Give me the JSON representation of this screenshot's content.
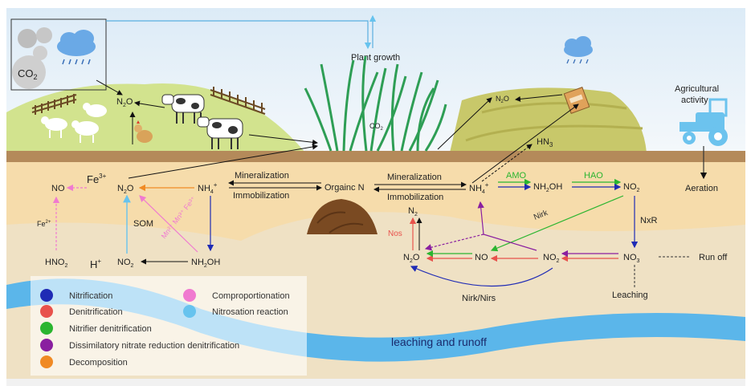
{
  "title_bottom": "leaching and runoff",
  "top": {
    "co2_box": "CO",
    "co2_sub": "2",
    "plant_growth": "Plant growth",
    "co2_small": "CO",
    "co2_small_sub": "2",
    "n2o_top_left": "N",
    "n2o_top_right": "N",
    "hn3": "HN",
    "hn3_sub": "3",
    "agricultural": "Agricultural",
    "activity": "activity",
    "aeration": "Aeration"
  },
  "left_cycle": {
    "no": "NO",
    "fe3": "Fe",
    "fe3_sup": "3+",
    "n2o": "N",
    "nh4": "NH",
    "nh4_sup": "+",
    "fe2": "Fe",
    "fe2_sup": "2+",
    "som": "SOM",
    "mn_fe": "Mn",
    "mn_fe_rest": "²⁺ Mn³⁺ Fe³⁺",
    "hno2": "HNO",
    "hplus": "H",
    "no2": "NO",
    "nh2oh": "NH",
    "nh2oh_rest": "OH"
  },
  "middle": {
    "mineralization_1": "Mineralization",
    "immobilization_1": "Immobilization",
    "organic_n": "Orgainc N",
    "mineralization_2": "Mineralization",
    "immobilization_2": "Immobilization"
  },
  "right_cycle": {
    "nh4": "NH",
    "amo": "AMO",
    "nh2oh": "NH",
    "hao": "HAO",
    "no2_top": "NO",
    "n2": "N",
    "nos": "Nos",
    "nirk": "Nirk",
    "nxr": "NxR",
    "n2o": "N",
    "no": "NO",
    "no2_mid": "NO",
    "no3": "NO",
    "run_off": "Run off",
    "nirk_nirs": "Nirk/Nirs",
    "leaching": "Leaching"
  },
  "legend": [
    {
      "label": "Nitrification",
      "color": "#1f2bb5"
    },
    {
      "label": "Denitrification",
      "color": "#e8524c"
    },
    {
      "label": "Nitrifier denitrification",
      "color": "#2bb530"
    },
    {
      "label": "Dissimilatory nitrate reduction denitrification",
      "color": "#8a1fa0"
    },
    {
      "label": "Decomposition",
      "color": "#f08a24"
    },
    {
      "label": "Comproportionation",
      "color": "#f07ad0"
    },
    {
      "label": "Nitrosation reaction",
      "color": "#67c3ee"
    }
  ],
  "colors": {
    "soil_top": "#f5dcae",
    "soil_mid": "#ead7b8",
    "ground": "#b48a5a",
    "sky": "#e6f1fa",
    "hill": "#cfe08a",
    "river": "#56b4e9"
  }
}
